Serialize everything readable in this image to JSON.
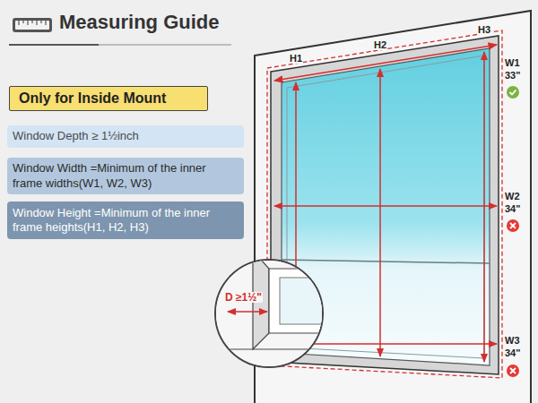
{
  "diagram": {
    "title": "Measuring Guide",
    "nodes": [
      {
        "text": [
          "Only for Inside Mount"
        ]
      },
      {
        "text": [
          "Window Depth ≥ 1½inch"
        ]
      },
      {
        "text": [
          "Window Width =Minimum of the inner frame widths(W1, W2, W3)"
        ]
      },
      {
        "text": [
          "Window Height =Minimum of the inner frame heights(H1, H2, H3)"
        ]
      }
    ],
    "labels": [
      "H1",
      "H2",
      "H3",
      "W1",
      "33\"",
      "W2",
      "34\"",
      "W3",
      "34\"",
      "D ≥1½\""
    ]
  }
}
